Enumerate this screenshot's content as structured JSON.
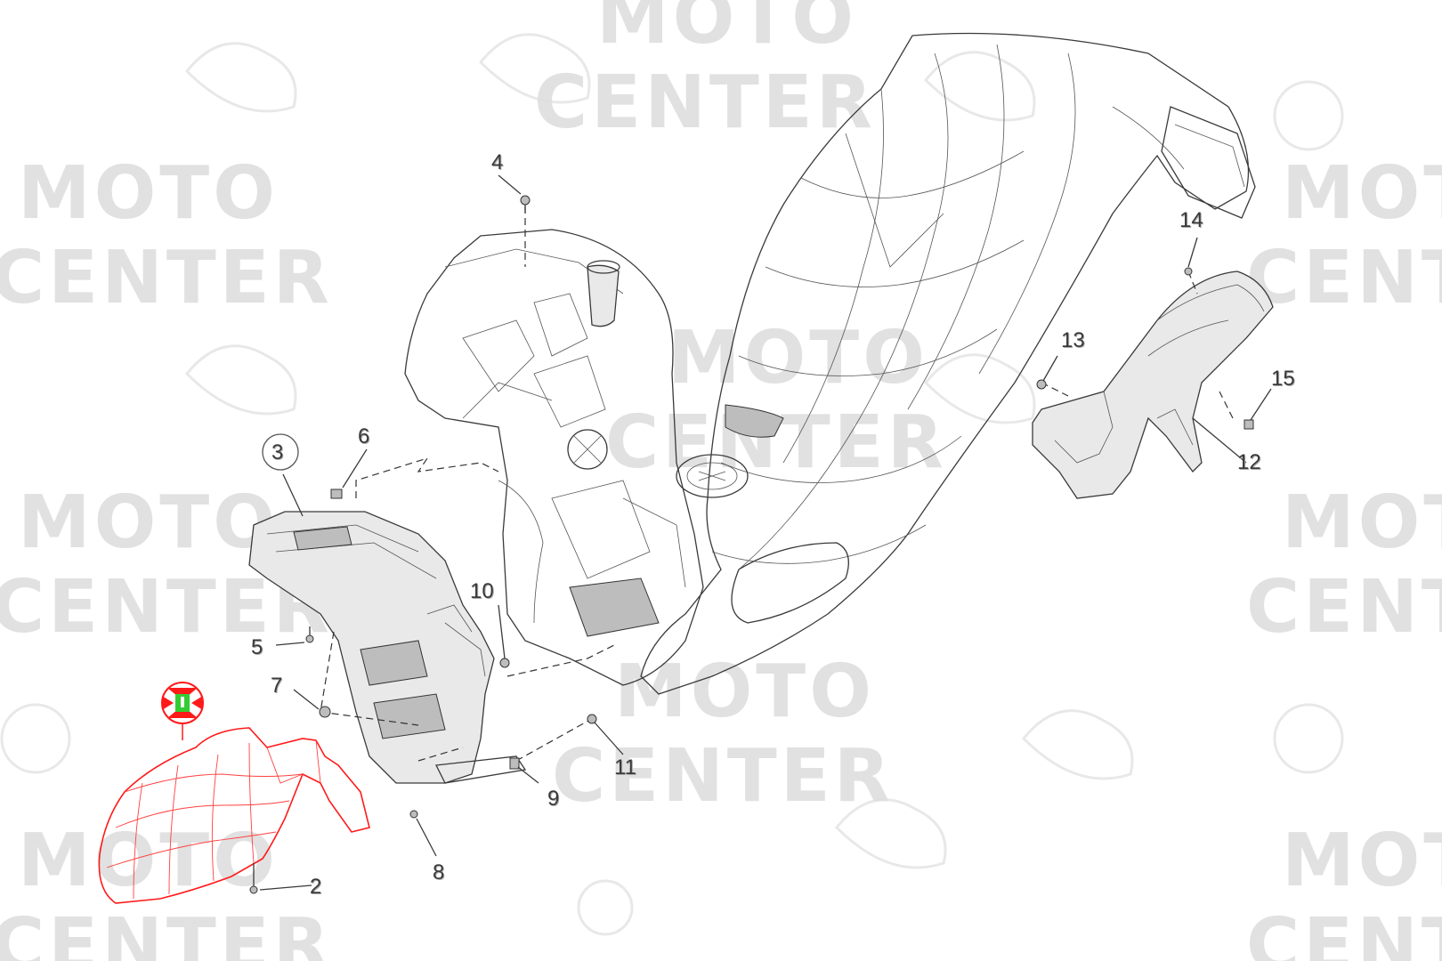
{
  "watermark": {
    "line1": "MOTO",
    "line2": "CENTER"
  },
  "callouts": [
    {
      "id": "2",
      "label": "2"
    },
    {
      "id": "3",
      "label": "3"
    },
    {
      "id": "4",
      "label": "4"
    },
    {
      "id": "5",
      "label": "5"
    },
    {
      "id": "6",
      "label": "6"
    },
    {
      "id": "7",
      "label": "7"
    },
    {
      "id": "8",
      "label": "8"
    },
    {
      "id": "9",
      "label": "9"
    },
    {
      "id": "10",
      "label": "10"
    },
    {
      "id": "11",
      "label": "11"
    },
    {
      "id": "12",
      "label": "12"
    },
    {
      "id": "13",
      "label": "13"
    },
    {
      "id": "14",
      "label": "14"
    },
    {
      "id": "15",
      "label": "15"
    }
  ],
  "colors": {
    "highlight": "#ff1a1a",
    "marker": "#33cc33",
    "watermark": "#c9c9c9",
    "lines": "#3a3a3a"
  },
  "highlighted_part": {
    "icon": "highlight-marker-icon"
  }
}
